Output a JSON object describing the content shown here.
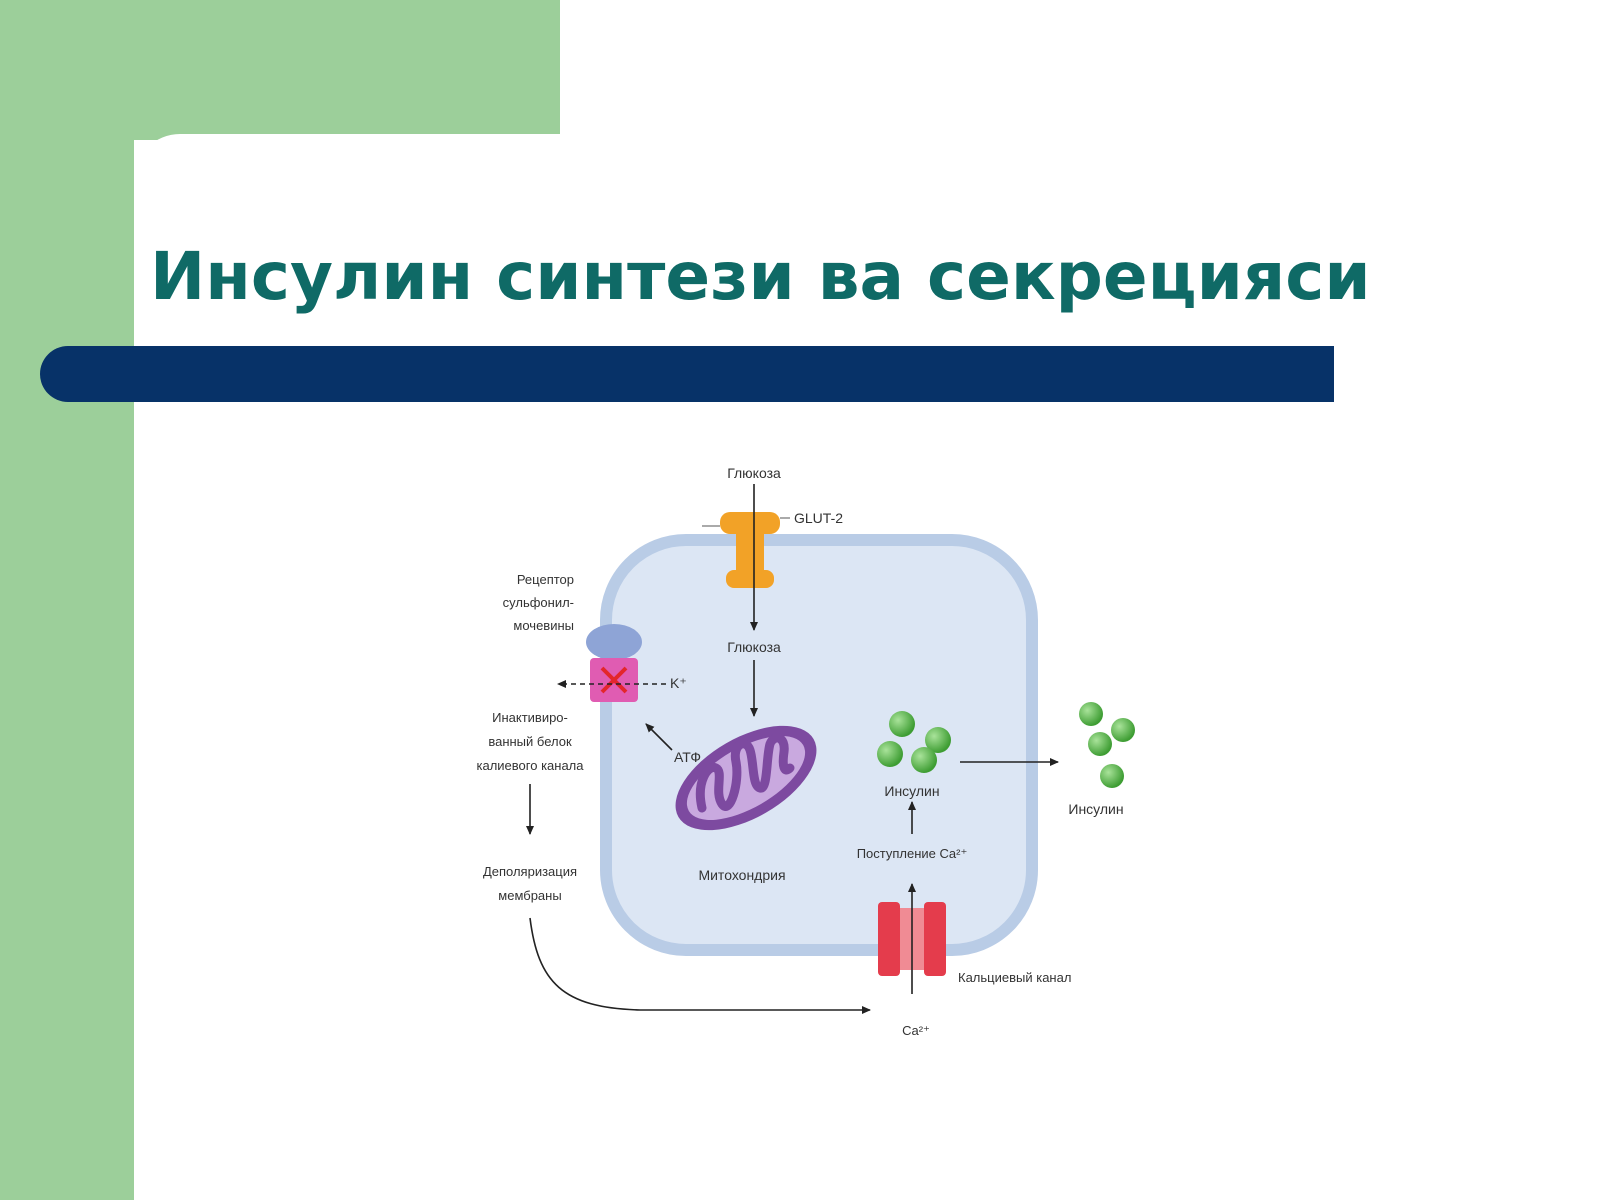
{
  "slide": {
    "title": "Инсулин синтези ва секрецияси"
  },
  "diagram": {
    "labels": {
      "glucose_outside": "Глюкоза",
      "glut2": "GLUT-2",
      "glucose_inside": "Глюкоза",
      "receptor_line1": "Рецептор",
      "receptor_line2": "сульфонил-",
      "receptor_line3": "мочевины",
      "k_ion": "K⁺",
      "atp": "АТФ",
      "inactivated_line1": "Инактивиро-",
      "inactivated_line2": "ванный белок",
      "inactivated_line3": "калиевого канала",
      "depolarization_line1": "Деполяризация",
      "depolarization_line2": "мембраны",
      "mitochondria": "Митохондрия",
      "insulin_inside": "Инсулин",
      "insulin_outside": "Инсулин",
      "ca_influx": "Поступление Ca²⁺",
      "calcium_channel": "Кальциевый канал",
      "ca_ion": "Ca²⁺"
    },
    "colors": {
      "cell_fill": "#dce6f4",
      "cell_border": "#b9cce6",
      "glut2": "#f2a227",
      "receptor": "#8ea4d6",
      "k_channel": "#e05cb2",
      "mitochondria": "#7d4aa0",
      "insulin": "#5dbb4f",
      "ca_channel": "#e43c4c"
    }
  }
}
